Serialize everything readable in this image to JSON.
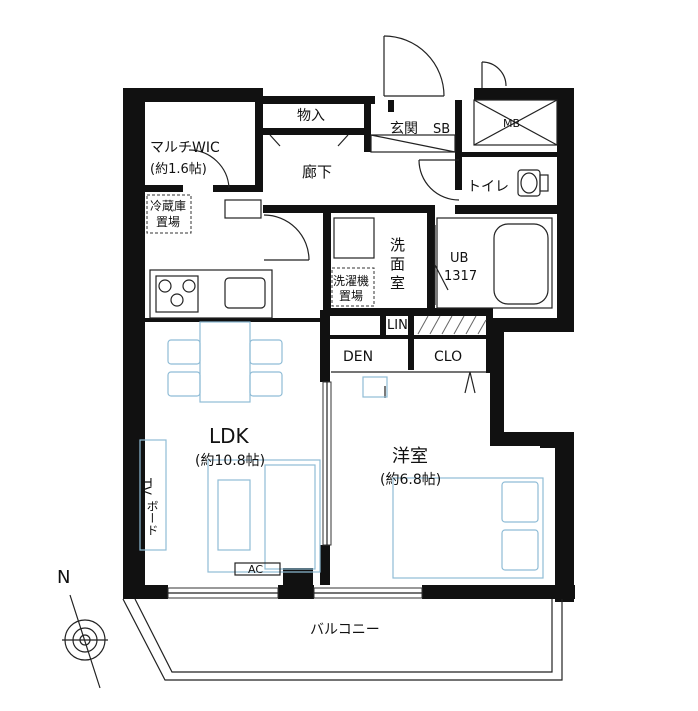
{
  "plan": {
    "rooms": {
      "ldk": "LDK",
      "ldk_area": "(約10.8帖)",
      "western_room": "洋室",
      "western_area": "(約6.8帖)",
      "wic": "マルチWIC",
      "wic_area": "(約1.6帖)",
      "storage": "物入",
      "entrance": "玄関",
      "shoebox": "SB",
      "mb": "MB",
      "hallway": "廊下",
      "toilet": "トイレ",
      "fridge_line1": "冷蔵庫",
      "fridge_line2": "置場",
      "washroom_1": "洗",
      "washroom_2": "面",
      "washroom_3": "室",
      "washer_line1": "洗濯機",
      "washer_line2": "置場",
      "ub_line1": "UB",
      "ub_line2": "1317",
      "lin": "LIN",
      "den": "DEN",
      "clo": "CLO",
      "tv_line1": "TV",
      "tv_line2": "ボード",
      "ac": "AC",
      "balcony": "バルコニー"
    },
    "compass": {
      "north": "N"
    }
  }
}
